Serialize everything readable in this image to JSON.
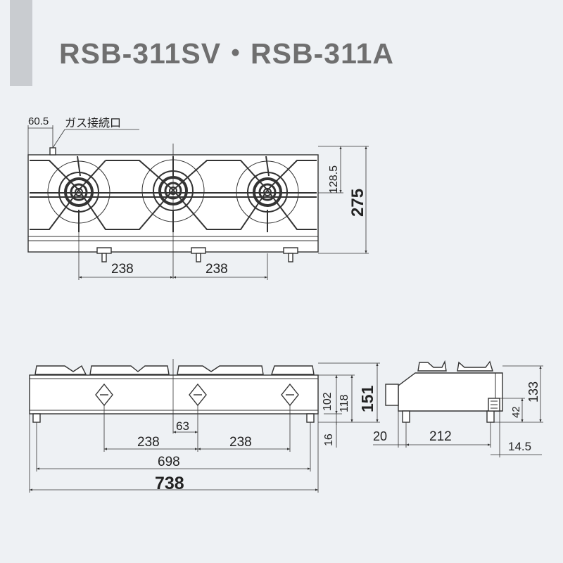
{
  "title": "RSB-311SV・RSB-311A",
  "top_view": {
    "dim_gas_offset": "60.5",
    "gas_label": "ガス接続口",
    "dim_depth_half": "128.5",
    "dim_depth": "275",
    "dim_pitch_1": "238",
    "dim_pitch_2": "238"
  },
  "front_view": {
    "dim_height_102": "102",
    "dim_height_118": "118",
    "dim_height_151": "151",
    "dim_foot": "16",
    "dim_63": "63",
    "dim_pitch_1": "238",
    "dim_pitch_2": "238",
    "dim_feet_span": "698",
    "dim_width": "738"
  },
  "side_view": {
    "dim_20": "20",
    "dim_212": "212",
    "dim_133": "133",
    "dim_42": "42",
    "dim_14_5": "14.5"
  }
}
